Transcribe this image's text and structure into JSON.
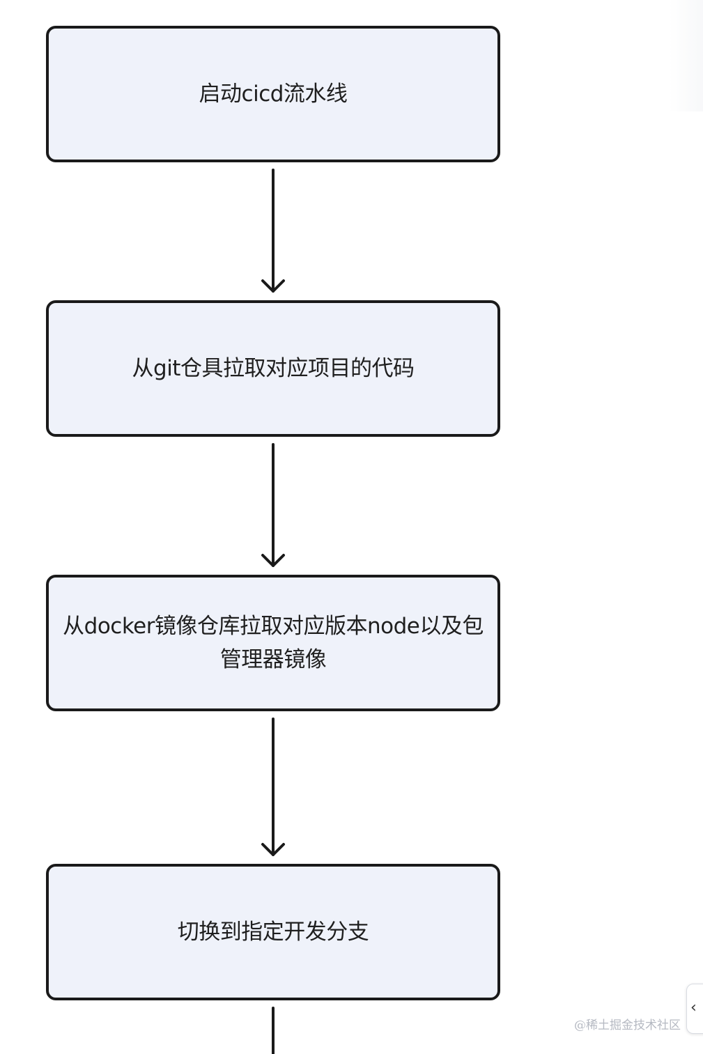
{
  "diagram": {
    "type": "flowchart",
    "steps": [
      {
        "label": "启动cicd流水线"
      },
      {
        "label": "从git仓具拉取对应项目的代码"
      },
      {
        "label": "从docker镜像仓库拉取对应版本node以及包管理器镜像"
      },
      {
        "label": "切换到指定开发分支"
      }
    ]
  },
  "watermark": "@稀土掘金技术社区",
  "side_tab": {
    "icon": "chevron-left-icon",
    "glyph": "‹"
  }
}
